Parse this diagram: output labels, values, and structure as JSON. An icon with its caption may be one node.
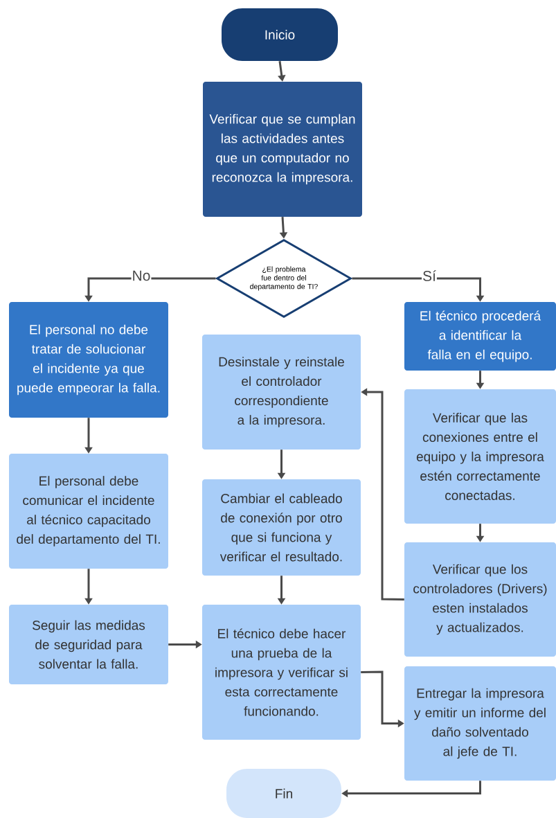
{
  "diagram": {
    "nodes": [
      {
        "text": [
          "Inicio"
        ]
      },
      {
        "text": [
          "Verificar que se cumplan las actividades antes que un computador no reconozca la impresora."
        ]
      },
      {
        "text": [
          "¿El problema fue dentro del departamento de TI?"
        ]
      },
      {
        "text": [
          "El personal no debe tratar de solucionar el incidente ya que puede empeorar la falla."
        ]
      },
      {
        "text": [
          "El técnico procederá a identificar la falla en el equipo."
        ]
      },
      {
        "text": [
          "Desinstale y reinstale el controlador correspondiente a la impresora."
        ]
      },
      {
        "text": [
          "Verificar que las conexiones entre el equipo y la impresora estén correctamente conectadas."
        ]
      },
      {
        "text": [
          "El personal debe comunicar el incidente al técnico capacitado del departamento del TI."
        ]
      },
      {
        "text": [
          "Cambiar el cableado de conexión por otro que si funciona y verificar el resultado."
        ]
      },
      {
        "text": [
          "Verificar que los controladores (Drivers) esten instalados y actualizados."
        ]
      },
      {
        "text": [
          "Seguir las medidas de seguridad para solventar la falla."
        ]
      },
      {
        "text": [
          "El técnico debe hacer una prueba de la impresora y verificar si esta correctamente funcionando."
        ]
      },
      {
        "text": [
          "Entregar la impresora y emitir un informe del daño solventado al jefe de TI."
        ]
      },
      {
        "text": [
          "Fin"
        ]
      }
    ],
    "edges": [
      {
        "from": 0,
        "to": 1,
        "arrow": "to"
      },
      {
        "from": 1,
        "to": 2,
        "arrow": "to"
      },
      {
        "from": 2,
        "to": 3,
        "arrow": "to",
        "label": "No"
      },
      {
        "from": 2,
        "to": 4,
        "arrow": "to",
        "label": "Sí"
      },
      {
        "from": 3,
        "to": 7,
        "arrow": "to"
      },
      {
        "from": 7,
        "to": 10,
        "arrow": "to"
      },
      {
        "from": 10,
        "to": 11,
        "arrow": "to"
      },
      {
        "from": 4,
        "to": 6,
        "arrow": "to"
      },
      {
        "from": 6,
        "to": 9,
        "arrow": "to"
      },
      {
        "from": 9,
        "to": 5,
        "arrow": "to"
      },
      {
        "from": 5,
        "to": 8,
        "arrow": "to"
      },
      {
        "from": 8,
        "to": 11,
        "arrow": "to"
      },
      {
        "from": 11,
        "to": 12,
        "arrow": "to"
      },
      {
        "from": 12,
        "to": 13,
        "arrow": "to"
      }
    ]
  }
}
